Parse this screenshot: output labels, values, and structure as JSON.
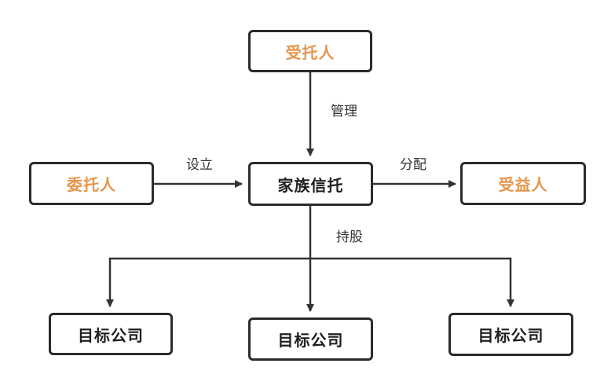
{
  "nodes": {
    "trustee": "受托人",
    "settlor": "委托人",
    "trust": "家族信托",
    "beneficiary": "受益人",
    "company_left": "目标公司",
    "company_center": "目标公司",
    "company_right": "目标公司"
  },
  "edges": {
    "manage": "管理",
    "establish": "设立",
    "distribute": "分配",
    "hold_shares": "持股"
  },
  "colors": {
    "accent_text": "#e5964d",
    "border": "#2b2b2b",
    "line": "#333333"
  }
}
